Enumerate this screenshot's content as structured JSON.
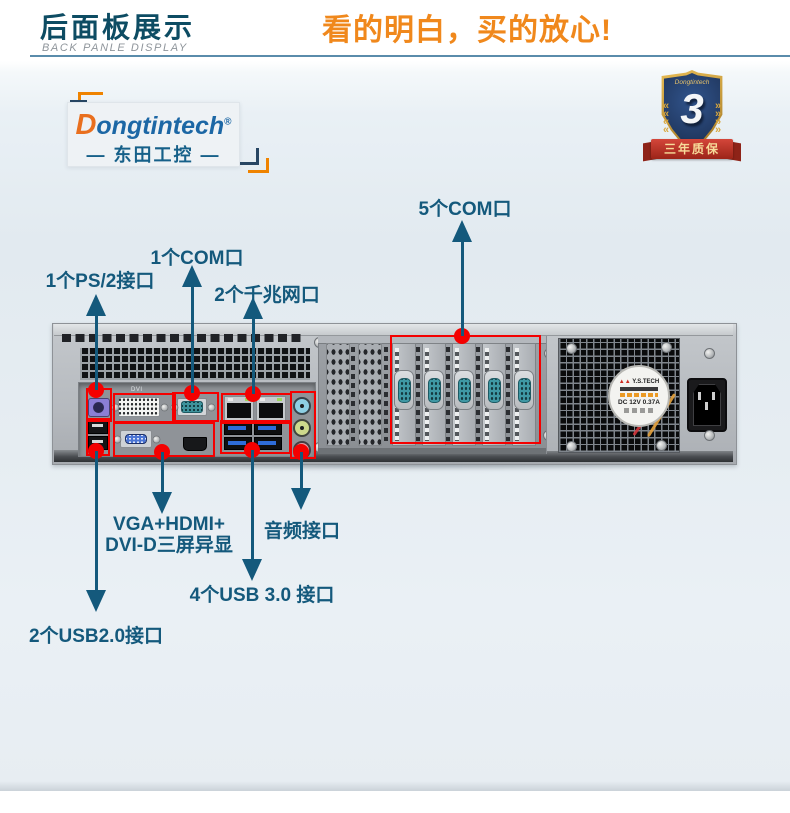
{
  "header": {
    "title_zh": "后面板展示",
    "title_en": "BACK PANLE DISPLAY",
    "slogan": "看的明白，买的放心!"
  },
  "logo": {
    "brand_d": "D",
    "brand_rest": "ongtintech",
    "reg_mark": "®",
    "brand_zh": "— 东田工控 —"
  },
  "badge": {
    "brand": "Dongtintech",
    "years_number": "3",
    "ribbon_label": "三年质保"
  },
  "callouts": {
    "ps2": "1个PS/2接口",
    "com1": "1个COM口",
    "lan": "2个千兆网口",
    "com5": "5个COM口",
    "display_line1": "VGA+HDMI+",
    "display_line2": "DVI-D三屏异显",
    "audio": "音频接口",
    "usb3": "4个USB 3.0 接口",
    "usb2": "2个USB2.0接口"
  },
  "device": {
    "dvi_label": "DVI",
    "fan": {
      "maker": "Y.S.TECH",
      "spec": "DC 12V 0.37A"
    }
  },
  "colors": {
    "accent_teal": "#14597c",
    "accent_orange": "#f0881c",
    "callout_red": "#f40000"
  }
}
